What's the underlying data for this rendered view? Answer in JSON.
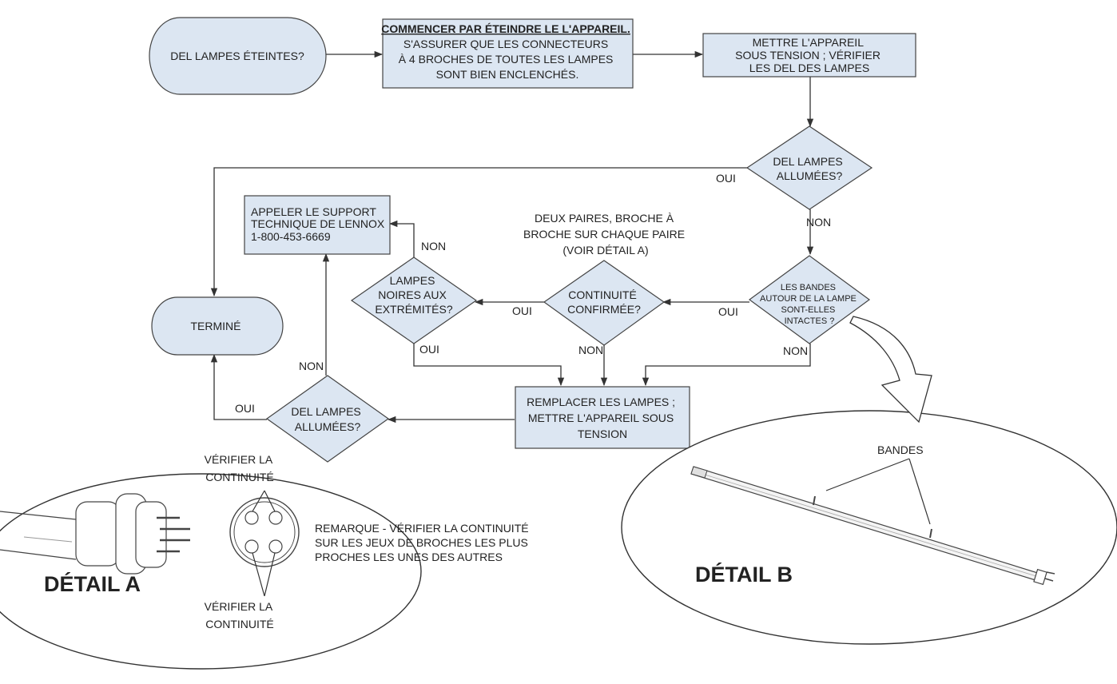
{
  "nodes": {
    "start": {
      "lines": [
        "DEL LAMPES ÉTEINTES?"
      ]
    },
    "turn_off": {
      "lines": [
        "COMMENCER PAR ÉTEINDRE LE L'APPAREIL.",
        "S'ASSURER QUE LES CONNECTEURS",
        "À 4 BROCHES DE TOUTES LES LAMPES",
        "SONT BIEN ENCLENCHÉS."
      ]
    },
    "power_on": {
      "lines": [
        "METTRE L'APPAREIL",
        "SOUS TENSION ; VÉRIFIER",
        "LES DEL DES LAMPES"
      ]
    },
    "leds_lit_1": {
      "lines": [
        "DEL LAMPES",
        "ALLUMÉES?"
      ]
    },
    "bands_intact": {
      "lines": [
        "LES BANDES",
        "AUTOUR DE LA LAMPE",
        "SONT-ELLES",
        "INTACTES ?"
      ]
    },
    "continuity": {
      "lines": [
        "CONTINUITÉ",
        "CONFIRMÉE?"
      ]
    },
    "black_ends": {
      "lines": [
        "LAMPES",
        "NOIRES AUX",
        "EXTRÉMITÉS?"
      ]
    },
    "call_support": {
      "lines": [
        "APPELER LE SUPPORT",
        "TECHNIQUE DE LENNOX",
        "1-800-453-6669"
      ]
    },
    "replace": {
      "lines": [
        "REMPLACER LES LAMPES ;",
        "METTRE L'APPAREIL SOUS",
        "TENSION"
      ]
    },
    "leds_lit_2": {
      "lines": [
        "DEL LAMPES",
        "ALLUMÉES?"
      ]
    },
    "done": {
      "lines": [
        "TERMINÉ"
      ]
    }
  },
  "continuity_note": [
    "DEUX PAIRES, BROCHE À",
    "BROCHE SUR CHAQUE PAIRE",
    "(VOIR DÉTAIL A)"
  ],
  "edge_labels": {
    "oui_leds1": "OUI",
    "non_leds1": "NON",
    "oui_bands": "OUI",
    "non_bands": "NON",
    "oui_continuity": "OUI",
    "non_continuity": "NON",
    "oui_black": "OUI",
    "non_black": "NON",
    "oui_leds2": "OUI",
    "non_leds2": "NON"
  },
  "detail_a": {
    "title": "DÉTAIL A",
    "check_top": [
      "VÉRIFIER LA",
      "CONTINUITÉ"
    ],
    "check_bottom": [
      "VÉRIFIER LA",
      "CONTINUITÉ"
    ],
    "remark": [
      "REMARQUE - VÉRIFIER LA CONTINUITÉ",
      "SUR LES JEUX DE BROCHES LES PLUS",
      "PROCHES LES UNES DES AUTRES"
    ]
  },
  "detail_b": {
    "title": "DÉTAIL B",
    "bands_label": "BANDES"
  },
  "colors": {
    "box_fill": "#dce6f2",
    "stroke": "#444444"
  }
}
